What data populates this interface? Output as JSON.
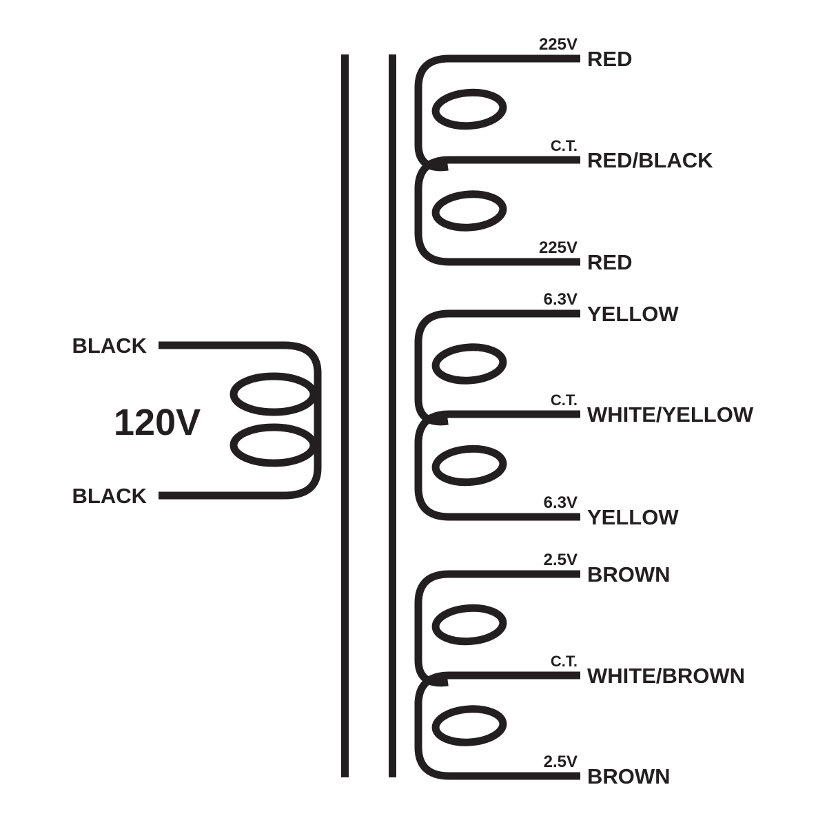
{
  "diagram": {
    "background": "#ffffff",
    "line_color": "#231f20",
    "primary": {
      "voltage_label": "120V",
      "top_lead_label": "BLACK",
      "bottom_lead_label": "BLACK"
    },
    "secondaries": [
      {
        "taps": [
          {
            "voltage": "225V",
            "wire": "RED"
          },
          {
            "voltage": "C.T.",
            "wire": "RED/BLACK"
          },
          {
            "voltage": "225V",
            "wire": "RED"
          }
        ]
      },
      {
        "taps": [
          {
            "voltage": "6.3V",
            "wire": "YELLOW"
          },
          {
            "voltage": "C.T.",
            "wire": "WHITE/YELLOW"
          },
          {
            "voltage": "6.3V",
            "wire": "YELLOW"
          }
        ]
      },
      {
        "taps": [
          {
            "voltage": "2.5V",
            "wire": "BROWN"
          },
          {
            "voltage": "C.T.",
            "wire": "WHITE/BROWN"
          },
          {
            "voltage": "2.5V",
            "wire": "BROWN"
          }
        ]
      }
    ]
  }
}
